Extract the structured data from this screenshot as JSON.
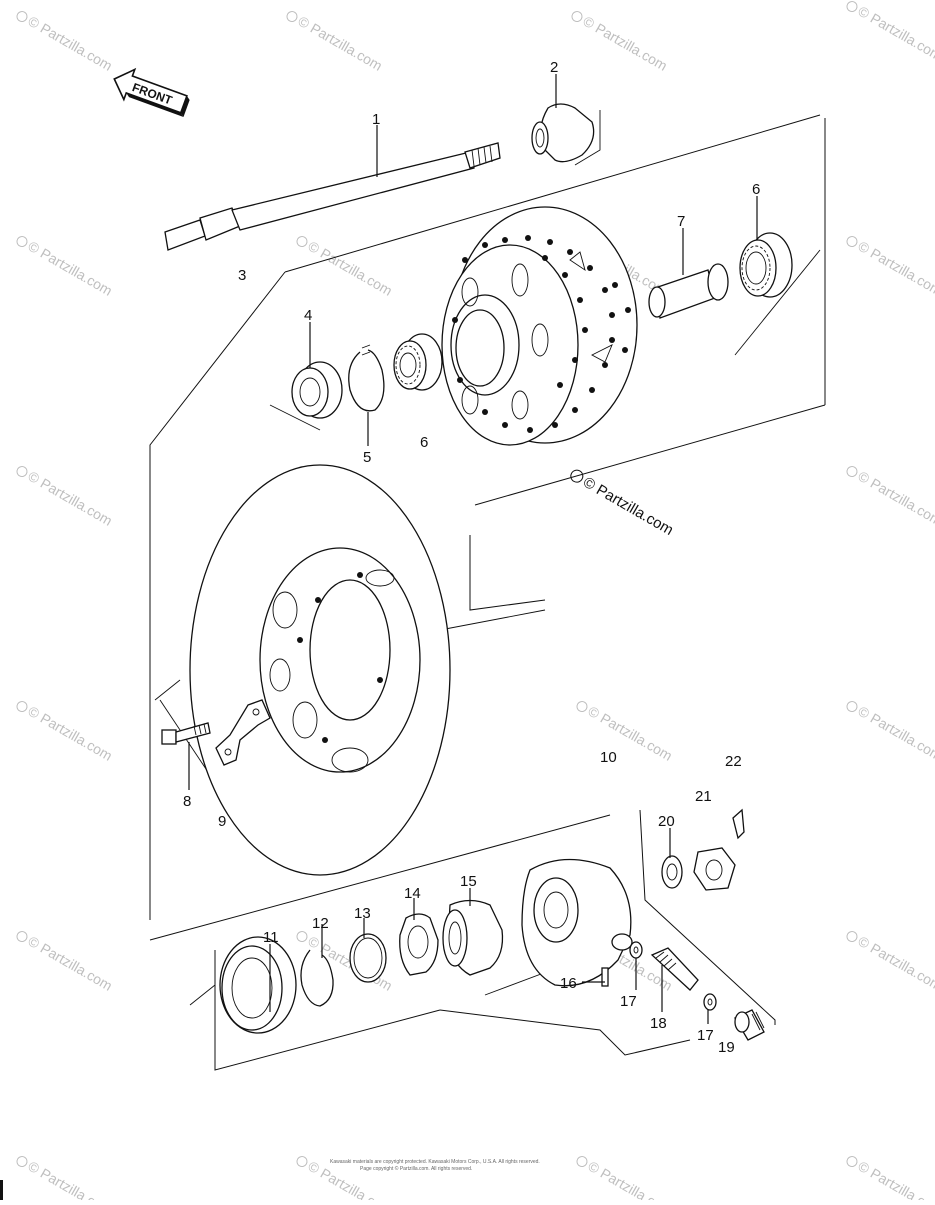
{
  "diagram": {
    "front_arrow_label": "FRONT",
    "callouts": {
      "c1": "1",
      "c2": "2",
      "c3": "3",
      "c4": "4",
      "c5": "5",
      "c6a": "6",
      "c6b": "6",
      "c7": "7",
      "c8": "8",
      "c9": "9",
      "c10": "10",
      "c11": "11",
      "c12": "12",
      "c13": "13",
      "c14": "14",
      "c15": "15",
      "c16": "16",
      "c17a": "17",
      "c17b": "17",
      "c18": "18",
      "c19": "19",
      "c20": "20",
      "c21": "21",
      "c22": "22"
    },
    "center_watermark": "© Partzilla.com",
    "watermark_text": "© Partzilla.com",
    "footer_line1": "Kawasaki materials are copyright protected. Kawasaki Motors Corp., U.S.A. All rights reserved.",
    "footer_line2": "Page copyright © Partzilla.com. All rights reserved."
  }
}
